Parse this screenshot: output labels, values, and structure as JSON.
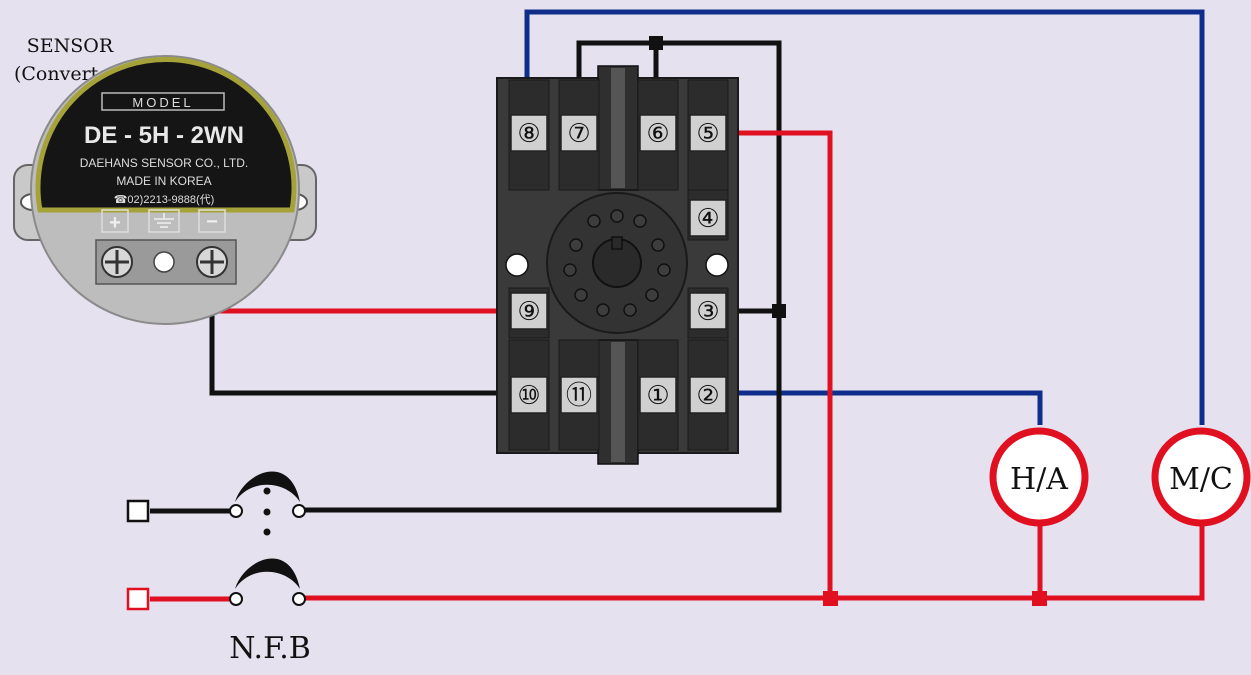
{
  "sensor": {
    "title": "SENSOR",
    "subtitle": "(Converter)",
    "model_label": "MODEL",
    "model_number": "DE - 5H - 2WN",
    "maker": "DAEHANS SENSOR CO., LTD.",
    "origin": "MADE IN KOREA",
    "phone": "☎02)2213-9888(代)",
    "terminal_plus": "+",
    "terminal_minus": "−"
  },
  "relay_socket": {
    "terminals": [
      "⑧",
      "⑦",
      "⑥",
      "⑤",
      "④",
      "⑨",
      "③",
      "⑩",
      "⑪",
      "①",
      "②"
    ]
  },
  "loads": {
    "ha_label": "H/A",
    "mc_label": "M/C"
  },
  "breaker": {
    "label": "N.F.B"
  },
  "colors": {
    "background": "#e5e1ef",
    "wire_red": "#e01020",
    "wire_black": "#111111",
    "wire_blue": "#0f2e8c",
    "socket_body": "#3a3a3a",
    "load_ring": "#e01020"
  }
}
